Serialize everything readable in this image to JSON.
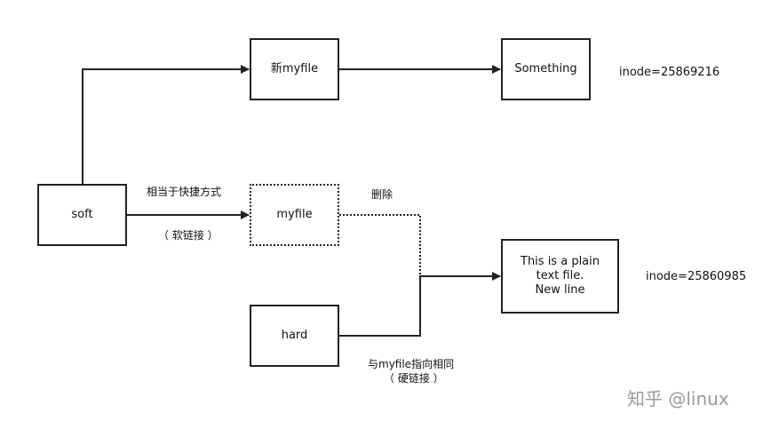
{
  "nodes": {
    "soft": {
      "label": "soft"
    },
    "new_myfile": {
      "label": "新myfile"
    },
    "something": {
      "label": "Something"
    },
    "myfile": {
      "label": "myfile"
    },
    "hard": {
      "label": "hard"
    },
    "plain_text": {
      "lines": [
        "This is a plain",
        "text file.",
        "New line"
      ]
    }
  },
  "annotations": {
    "inode_top": "inode=25869216",
    "inode_bottom": "inode=25860985",
    "soft_link_desc": "相当于快捷方式",
    "soft_link_sub": "（ 软链接 ）",
    "delete": "删除",
    "hard_link_desc": "与myfile指向相同",
    "hard_link_sub": "（ 硬链接 ）"
  },
  "watermark": "知乎 @linux",
  "colors": {
    "line": "#222222",
    "watermark": "#9a9a9a"
  }
}
